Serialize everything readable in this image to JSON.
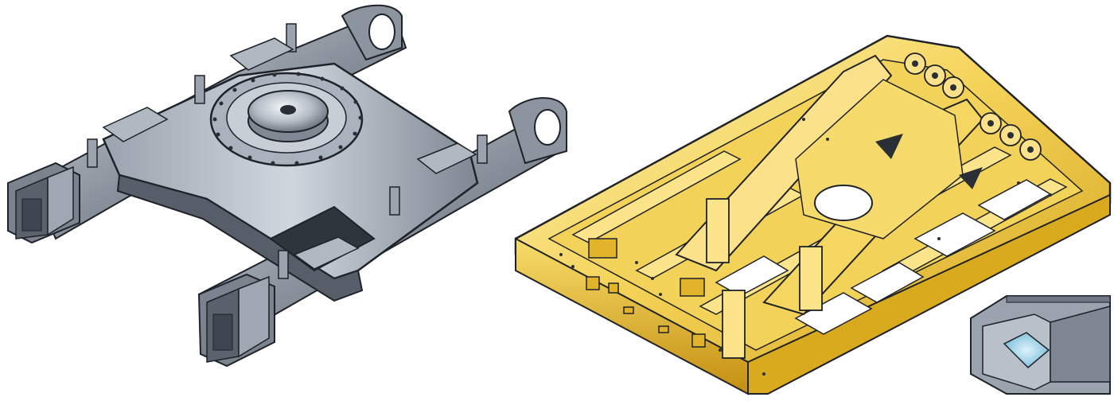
{
  "colors": {
    "background": "#ffffff",
    "steel_dark": "#3f4651",
    "steel_mid": "#6f7884",
    "steel_light": "#b9c1cb",
    "steel_highlight": "#e6ebf0",
    "yellow_dark": "#c99a12",
    "yellow_mid": "#ecc43a",
    "yellow_light": "#fbe98a",
    "yellow_highlight": "#fff7cf",
    "outline": "#1f2228",
    "bearing_blue": "#9fd9ee"
  },
  "components": {
    "undercarriage": "steel-lower-undercarriage-frame",
    "upper_frame": "yellow-upper-structure-frame",
    "slewing_bearing": "slewing-ring-bearing-cutaway"
  }
}
